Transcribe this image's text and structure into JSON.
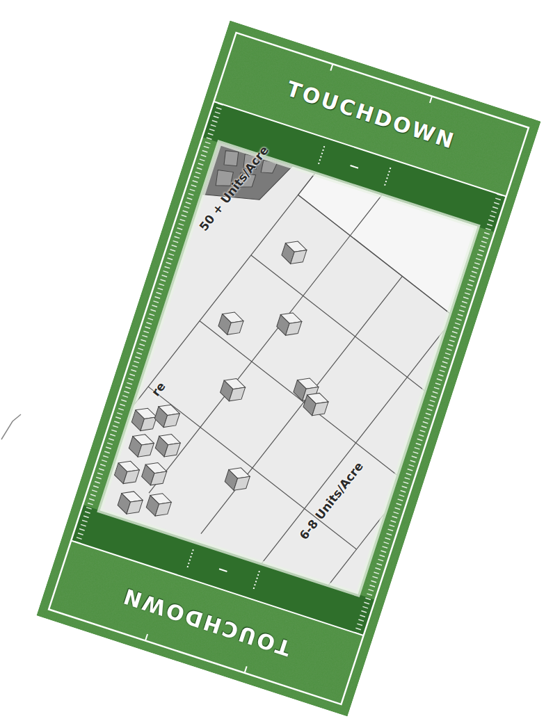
{
  "diagram": {
    "nodes": [
      {
        "text": [
          "TOUCHDOWN"
        ]
      },
      {
        "text": [
          "TOUCHDOWN"
        ]
      }
    ],
    "labels": [
      "50 + Units/Acre",
      "re",
      "6-8 Units/Acre"
    ]
  }
}
